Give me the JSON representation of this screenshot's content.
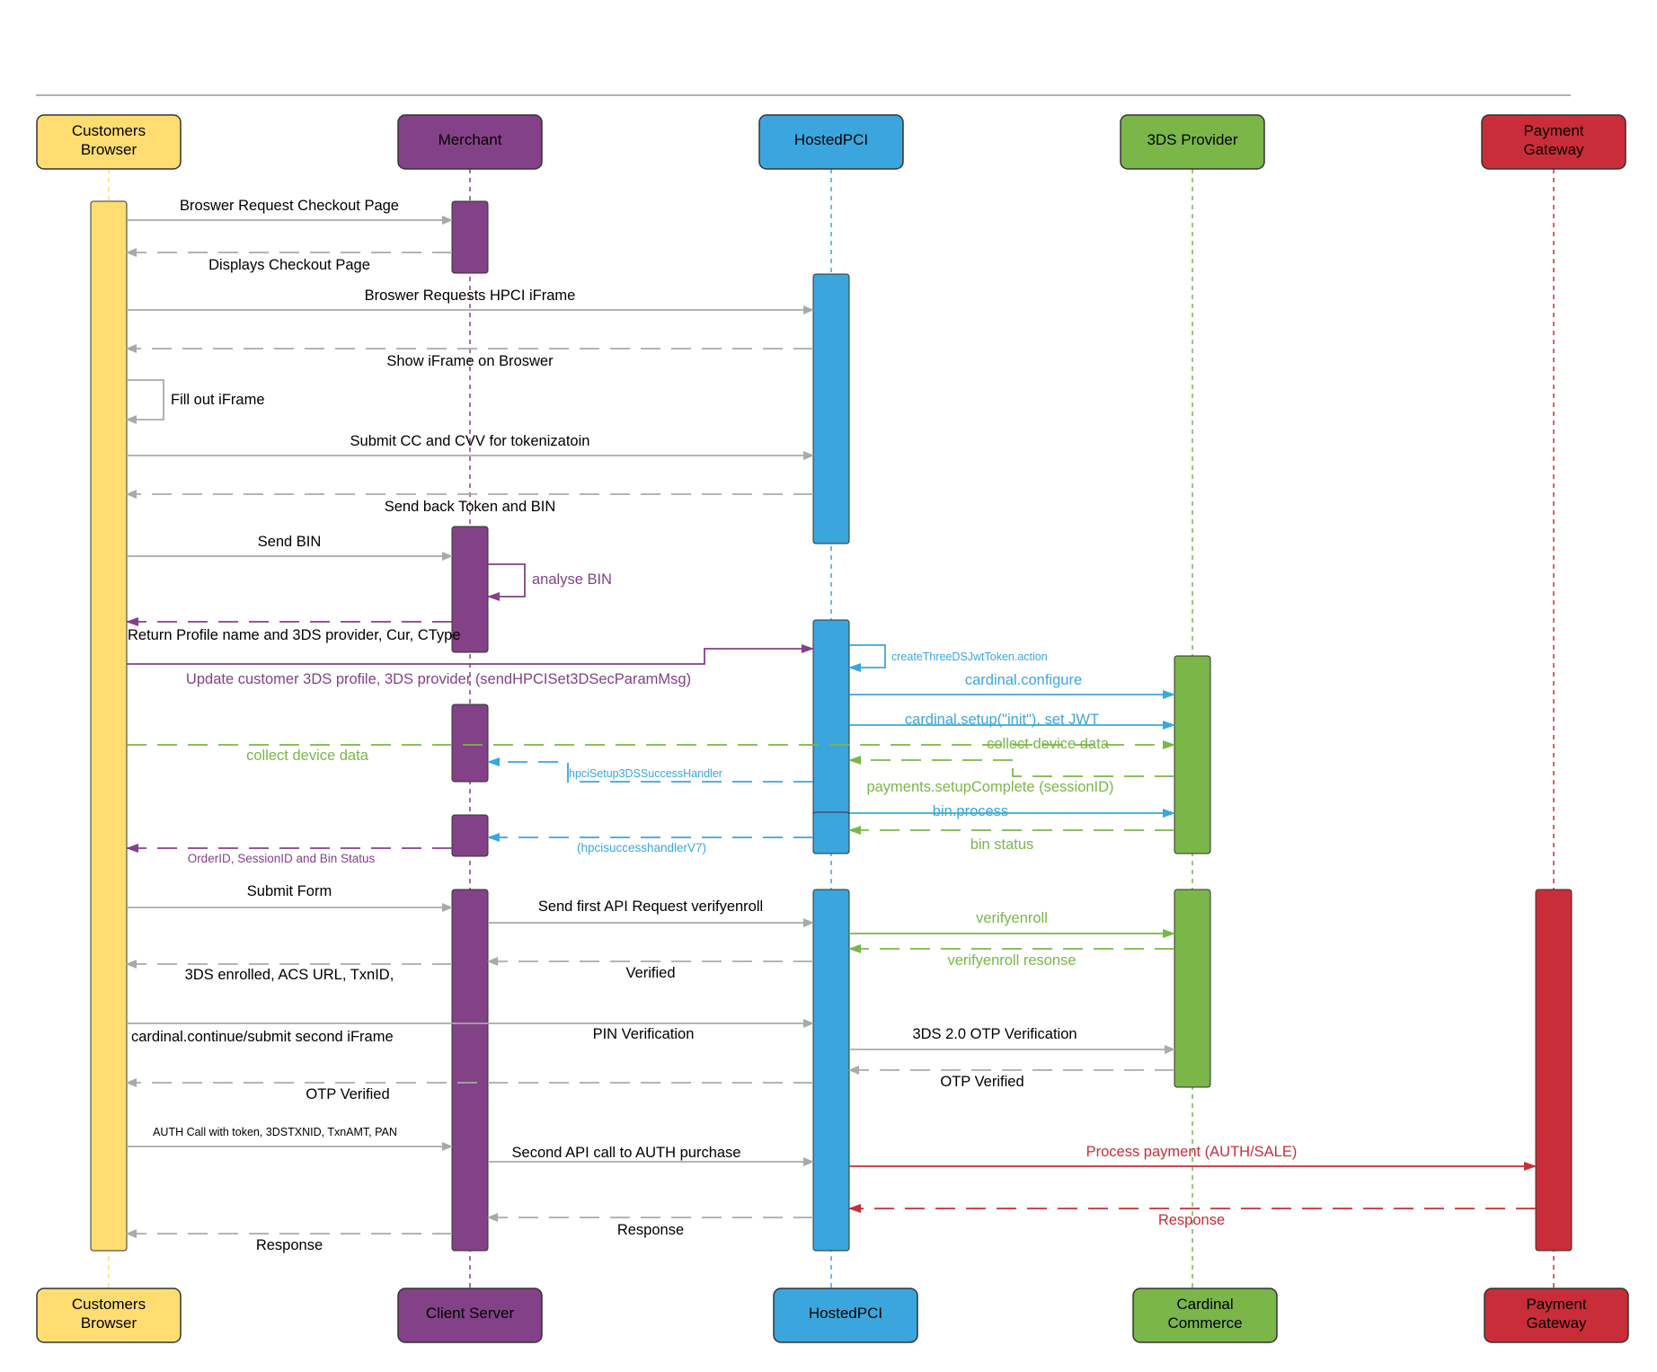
{
  "colors": {
    "customer": "#FFDD71",
    "merchant": "#834187",
    "hostedpci": "#3AA6DD",
    "provider": "#7AB648",
    "gateway": "#C92D39",
    "message": "#A9A9A9",
    "text": "#000000"
  },
  "participants_top": [
    {
      "line1": "Customers",
      "line2": "Browser"
    },
    {
      "line1": "Merchant",
      "line2": ""
    },
    {
      "line1": "HostedPCI",
      "line2": ""
    },
    {
      "line1": "3DS Provider",
      "line2": ""
    },
    {
      "line1": "Payment",
      "line2": "Gateway"
    }
  ],
  "participants_bottom": [
    {
      "line1": "Customers",
      "line2": "Browser"
    },
    {
      "line1": "Client Server",
      "line2": ""
    },
    {
      "line1": "HostedPCI",
      "line2": ""
    },
    {
      "line1": "Cardinal",
      "line2": "Commerce"
    },
    {
      "line1": "Payment",
      "line2": "Gateway"
    }
  ],
  "messages": {
    "m01": "Broswer Request Checkout Page",
    "m02": "Displays Checkout Page",
    "m03": "Broswer Requests HPCI iFrame",
    "m04": "Show iFrame on Broswer",
    "m05": "Fill out iFrame",
    "m06": "Submit CC and CVV for tokenizatoin",
    "m07": "Send back Token and BIN",
    "m08": "Send BIN",
    "m09": "analyse BIN",
    "m10": "Return Profile name and 3DS provider, Cur, CType",
    "m11": "Update customer 3DS profile, 3DS provider (sendHPCISet3DSecParamMsg)",
    "m12": "createThreeDSJwtToken.action",
    "m13": "cardinal.configure",
    "m14": "cardinal.setup(\"init\"), set JWT",
    "m15": "collect device data",
    "m16": "collect device data",
    "m17": "hpciSetup3DSSuccessHandler",
    "m18": "payments.setupComplete (sessionID)",
    "m19": "bin.process",
    "m20": "bin status",
    "m21": "(hpcisuccesshandlerV7)",
    "m22": "OrderID, SessionID and Bin Status",
    "m23": "Submit Form",
    "m24": "Send first API Request verifyenroll",
    "m25": "verifyenroll",
    "m26": "verifyenroll resonse",
    "m27": "Verified",
    "m28": "3DS enrolled, ACS URL, TxnID,",
    "m29": "cardinal.continue/submit second iFrame",
    "m30": "PIN Verification",
    "m31": "3DS 2.0 OTP Verification",
    "m32": "OTP Verified",
    "m33": "OTP Verified",
    "m34": "AUTH Call with token, 3DSTXNID, TxnAMT, PAN",
    "m35": "Second API call to AUTH purchase",
    "m36": "Process payment (AUTH/SALE)",
    "m37": "Response",
    "m38": "Response",
    "m39": "Response"
  }
}
